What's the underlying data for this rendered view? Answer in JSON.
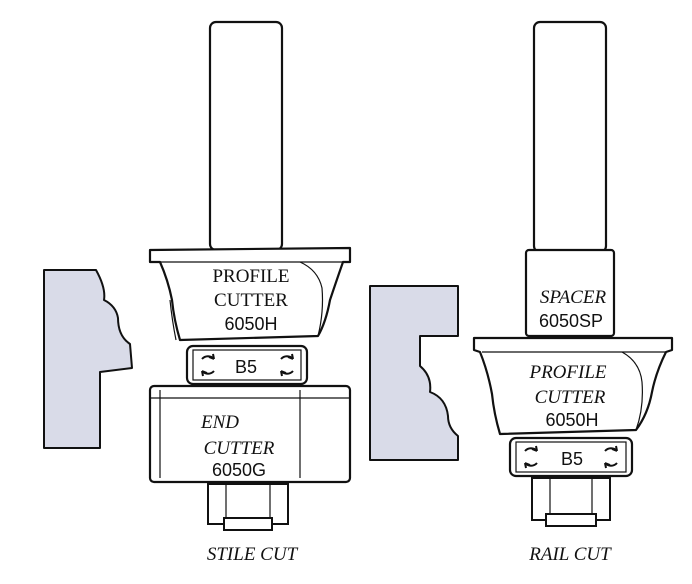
{
  "stile": {
    "profile_line1": "PROFILE",
    "profile_line2": "CUTTER",
    "profile_code": "6050H",
    "bearing": "B5",
    "end_line1": "END",
    "end_line2": "CUTTER",
    "end_code": "6050G",
    "caption": "STILE CUT"
  },
  "rail": {
    "spacer_label": "SPACER",
    "spacer_code": "6050SP",
    "profile_line1": "PROFILE",
    "profile_line2": "CUTTER",
    "profile_code": "6050H",
    "bearing": "B5",
    "caption": "RAIL CUT"
  },
  "colors": {
    "stock_fill": "#d9dbe8",
    "line": "#111111"
  },
  "icons": {
    "bearing_arrows": "rotation-arrows-icon"
  }
}
